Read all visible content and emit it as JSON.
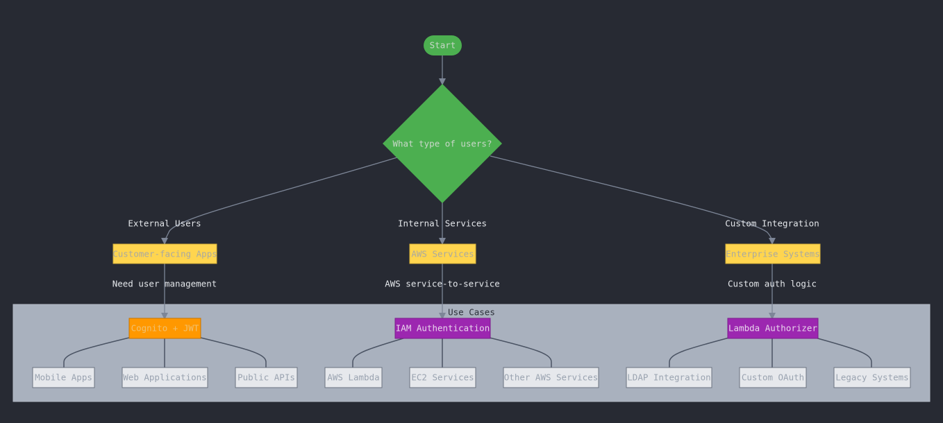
{
  "colors": {
    "background": "#272a33",
    "edge": "#7d8697",
    "start": "#4caf50",
    "decision": "#4caf50",
    "category": "#ffd54f",
    "cognito": "#ff9800",
    "purple": "#9c27b0",
    "leaf_fill": "#e6e8ec",
    "cluster_fill": "#a9b1be",
    "edge_label_text": "#e3e6ea",
    "muted_text": "#9aa3b0"
  },
  "nodes": {
    "start": "Start",
    "decision": "What type of users?",
    "customer_apps": "Customer-facing Apps",
    "aws_services": "AWS Services",
    "enterprise": "Enterprise Systems",
    "cognito": "Cognito + JWT",
    "iam": "IAM Authentication",
    "lambda_auth": "Lambda Authorizer",
    "mobile_apps": "Mobile Apps",
    "web_apps": "Web Applications",
    "public_apis": "Public APIs",
    "aws_lambda": "AWS Lambda",
    "ec2": "EC2 Services",
    "other_aws": "Other AWS Services",
    "ldap": "LDAP Integration",
    "custom_oauth": "Custom OAuth",
    "legacy": "Legacy Systems"
  },
  "edge_labels": {
    "external_users": "External Users",
    "internal_services": "Internal Services",
    "custom_integration": "Custom Integration",
    "need_user_mgmt": "Need user management",
    "aws_s2s": "AWS service-to-service",
    "custom_auth": "Custom auth logic"
  },
  "cluster": {
    "title": "Use Cases"
  }
}
